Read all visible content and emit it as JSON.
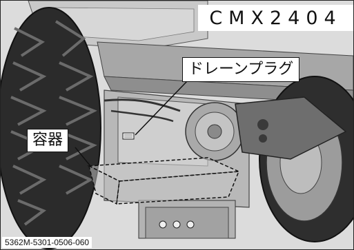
{
  "model": "CMX2404",
  "callouts": {
    "drain_plug": "ドレーンプラグ",
    "container": "容器"
  },
  "figure_code": "5362M-5301-0506-060"
}
